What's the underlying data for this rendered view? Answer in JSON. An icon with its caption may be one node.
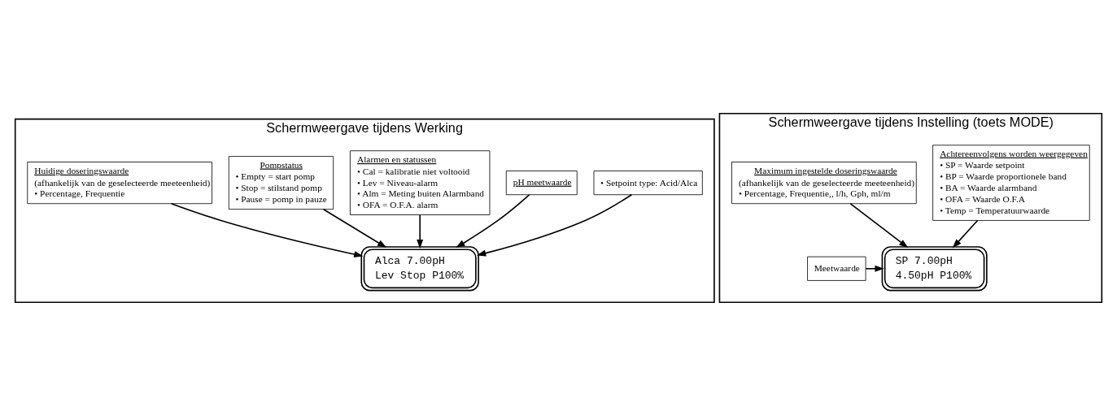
{
  "diagram": {
    "nodes": [
      {
        "text": [
          "Schermweergave tijdens Werking"
        ]
      },
      {
        "text": [
          "• Setpoint type: Acid/Alca"
        ],
        "in": 0
      },
      {
        "text": [
          "Alca 7.00pH",
          "Lev Stop P100%"
        ],
        "in": 0
      },
      {
        "text": [
          "pH meetwaarde"
        ],
        "in": 0
      },
      {
        "text": [
          "Alarmen en statussen",
          "• Cal = kalibratie niet voltooid",
          "• Lev = Niveau-alarm",
          "• Alm = Meting buiten Alarmband",
          "• OFA = O.F.A. alarm"
        ],
        "in": 0
      },
      {
        "text": [
          "Pompstatus",
          "• Empty = start pomp",
          "• Stop = stilstand pomp",
          "• Pause = pomp in pauze"
        ],
        "in": 0
      },
      {
        "text": [
          "Huidige doseringswaarde",
          "(afhankelijk van de geselecteerde meeteenheid)",
          "• Percentage, Frequentie"
        ],
        "in": 0
      },
      {
        "text": [
          "Schermweergave tijdens Instelling (toets MODE)"
        ]
      },
      {
        "text": [
          "Achtereenvolgens worden weergegeven",
          "• SP = Waarde setpoint",
          "• BP = Waarde proportionele band",
          "• BA = Waarde alarmband",
          "• OFA = Waarde O.F.A",
          "• Temp = Temperatuurwaarde"
        ],
        "in": 7
      },
      {
        "text": [
          "SP 7.00pH",
          "4.50pH P100%"
        ],
        "in": 7
      },
      {
        "text": [
          "Meetwaarde"
        ],
        "in": 7
      },
      {
        "text": [
          "Maximum ingestelde doseringswaarde",
          "(afhankelijk van de geselecteerde meeteenheid)",
          "• Percentage, Frequentie,, l/h, Gph, ml/m"
        ],
        "in": 7
      }
    ],
    "edges": [
      {
        "from": 1,
        "to": 2,
        "arrow": "to"
      },
      {
        "from": 3,
        "to": 2,
        "arrow": "to"
      },
      {
        "from": 4,
        "to": 2,
        "arrow": "to"
      },
      {
        "from": 5,
        "to": 2,
        "arrow": "to"
      },
      {
        "from": 6,
        "to": 2,
        "arrow": "to"
      },
      {
        "from": 8,
        "to": 9,
        "arrow": "to"
      },
      {
        "from": 10,
        "to": 9,
        "arrow": "to"
      },
      {
        "from": 11,
        "to": 9,
        "arrow": "to"
      }
    ]
  }
}
